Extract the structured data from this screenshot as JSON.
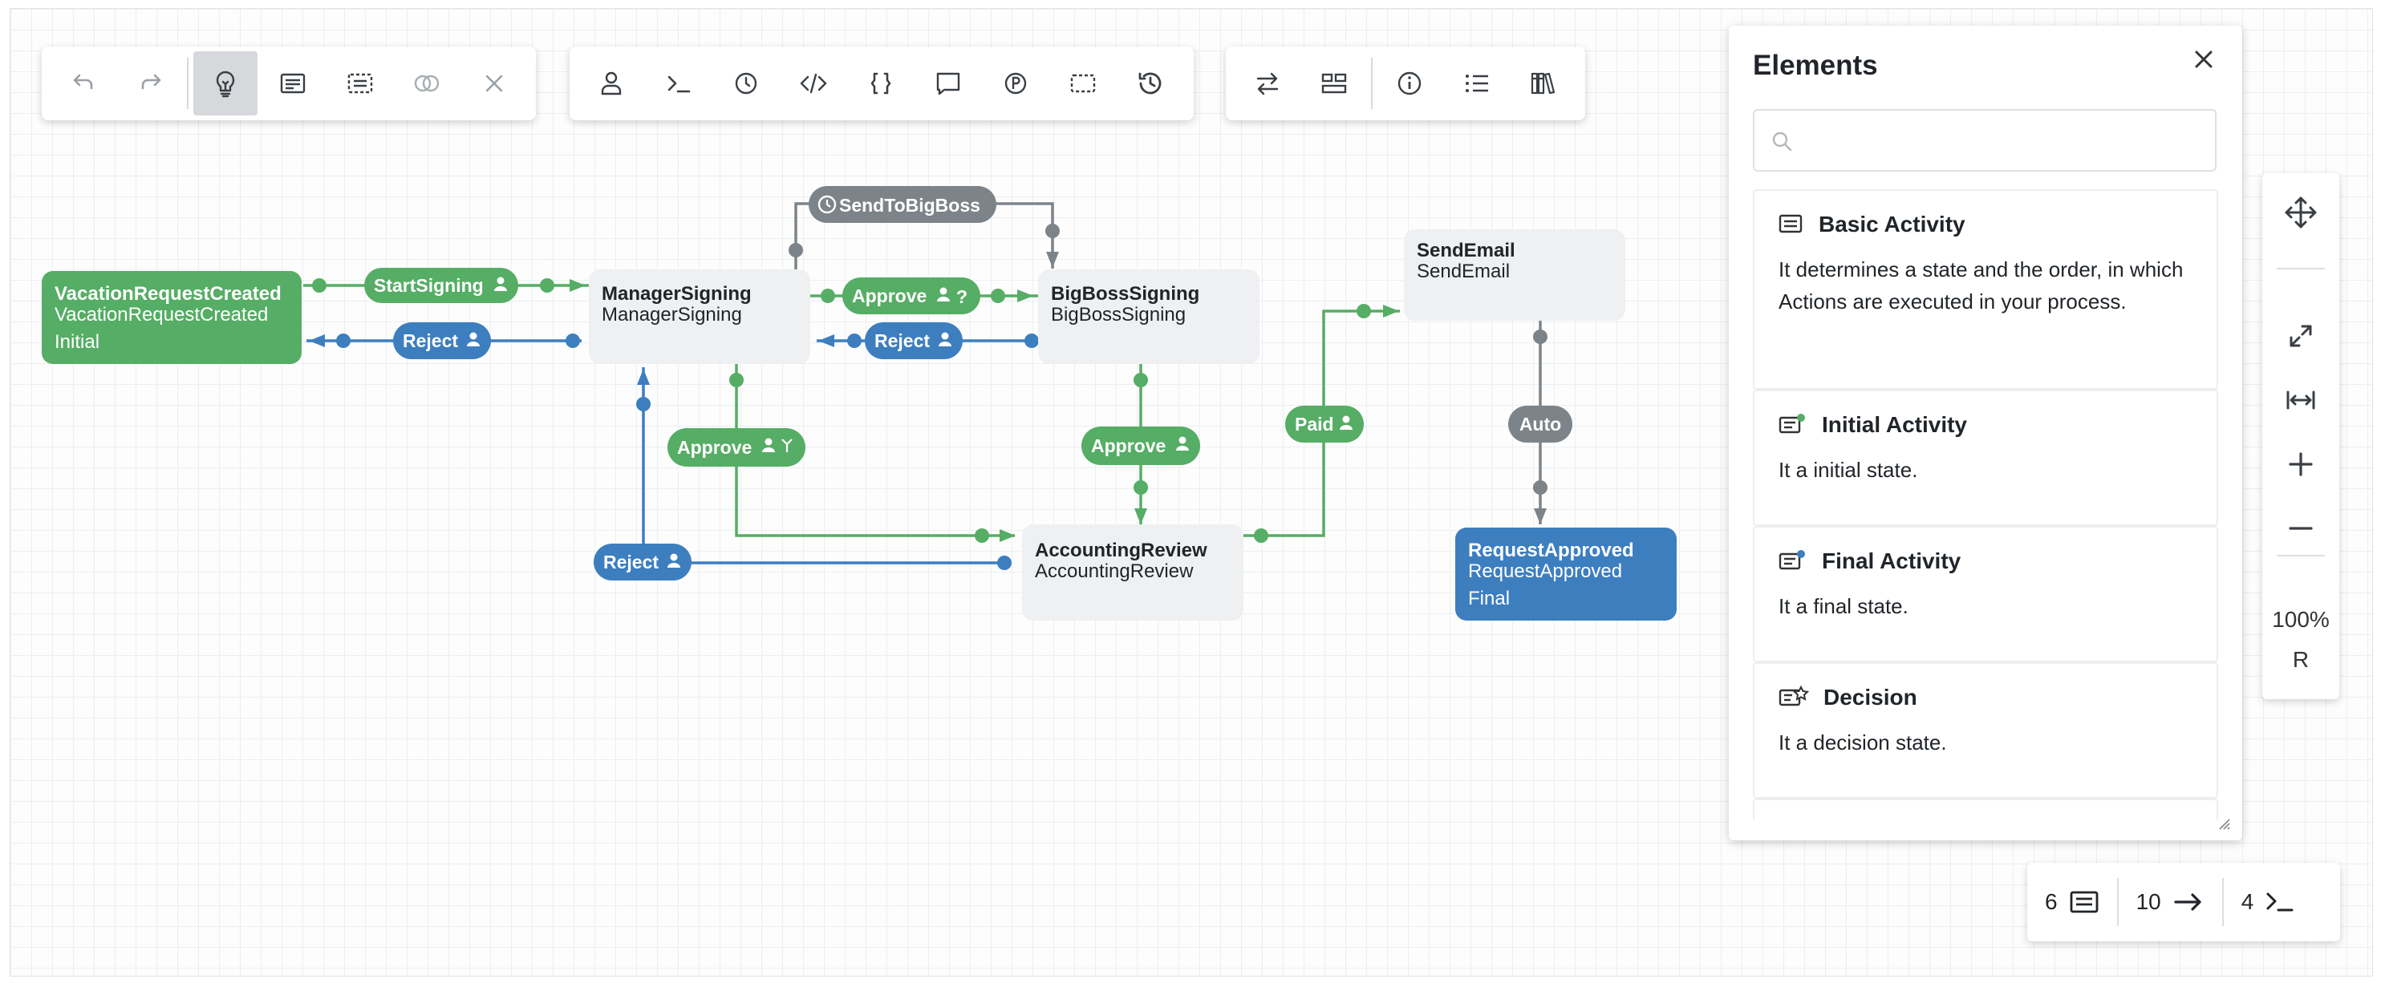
{
  "toolbar_left": [
    {
      "name": "undo-icon",
      "active": false
    },
    {
      "name": "redo-icon",
      "active": false
    },
    {
      "name": "lightbulb-icon",
      "active": true
    },
    {
      "name": "activity-icon",
      "active": false
    },
    {
      "name": "selection-icon",
      "active": false
    },
    {
      "name": "toggle-icon",
      "active": false
    },
    {
      "name": "close-icon",
      "active": false
    }
  ],
  "toolbar_middle": [
    "actor-icon",
    "command-icon",
    "timer-icon",
    "code-icon",
    "parameters-icon",
    "comment-icon",
    "parameter-p-icon",
    "frame-icon",
    "history-icon"
  ],
  "toolbar_right": [
    "swap-icon",
    "layout-icon",
    "info-icon",
    "list-icon",
    "library-icon"
  ],
  "diagram": {
    "nodes": {
      "vacation": {
        "title": "VacationRequestCreated",
        "subtitle": "VacationRequestCreated",
        "type": "Initial"
      },
      "manager": {
        "title": "ManagerSigning",
        "subtitle": "ManagerSigning"
      },
      "bigboss": {
        "title": "BigBossSigning",
        "subtitle": "BigBossSigning"
      },
      "sendemail": {
        "title": "SendEmail",
        "subtitle": "SendEmail"
      },
      "accounting": {
        "title": "AccountingReview",
        "subtitle": "AccountingReview"
      },
      "approved": {
        "title": "RequestApproved",
        "subtitle": "RequestApproved",
        "type": "Final"
      }
    },
    "transitions": {
      "start_signing": "StartSigning",
      "reject_1": "Reject",
      "approve_1": "Approve",
      "reject_2": "Reject",
      "send_to_bigboss": "SendToBigBoss",
      "approve_2": "Approve",
      "approve_3": "Approve",
      "reject_3": "Reject",
      "paid": "Paid",
      "auto": "Auto"
    },
    "colors": {
      "green": "#56ad65",
      "blue": "#3d7ebf",
      "gray": "#7d8489",
      "node_bg": "#eef0f1"
    }
  },
  "elements_panel": {
    "title": "Elements",
    "search_placeholder": "",
    "items": [
      {
        "icon": "basic-activity-icon",
        "name": "Basic Activity",
        "desc": "It determines a state and the order, in which Actions are executed in your process."
      },
      {
        "icon": "initial-activity-icon",
        "name": "Initial Activity",
        "desc": "It a initial state."
      },
      {
        "icon": "final-activity-icon",
        "name": "Final Activity",
        "desc": "It a final state."
      },
      {
        "icon": "decision-icon",
        "name": "Decision",
        "desc": "It a decision state."
      }
    ]
  },
  "zoom": {
    "level": "100%",
    "reset": "R"
  },
  "stats": {
    "activities": "6",
    "transitions": "10",
    "commands": "4"
  }
}
